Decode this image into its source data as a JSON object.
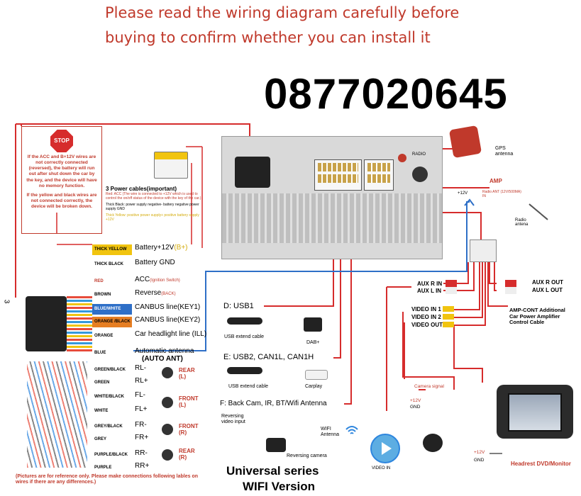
{
  "header": {
    "line1": "Please read the wiring diagram carefully before",
    "line2": "buying to confirm whether you can install it"
  },
  "phone": "0877020645",
  "warning": {
    "stop": "STOP",
    "p1": "If the ACC and B+12V wires are not correctly connected (reversed), the battery will run out after shut down the car by the key, and the device will have no memory function.",
    "p2": "If the yellow and black wires are not connected correctly, the device will be broken down."
  },
  "power": {
    "title": "3 Power cables(important)",
    "red_note": "Red: ACC (The wire is connected to +12V which is used to control the on/off status of the device with the key of the car.)",
    "black_note": "Thick Black: power supply negative- battery negative power supply GND",
    "yellow_note": "Thick Yellow: positive power supply+ positive battery supply +12V"
  },
  "side_number": "3",
  "wires": [
    {
      "color_label": "THICK YELLOW",
      "bg": "#f1c40f",
      "fg": "#000",
      "func": "Battery+12V",
      "extra": "(B+)"
    },
    {
      "color_label": "THICK BLACK",
      "bg": "#ffffff",
      "fg": "#000",
      "func": "Battery GND",
      "extra": ""
    },
    {
      "color_label": "RED",
      "bg": "#ffffff",
      "fg": "#c0392b",
      "func": "ACC",
      "extra": "(Ignition Switch)"
    },
    {
      "color_label": "BROWN",
      "bg": "#ffffff",
      "fg": "#000",
      "func": "Reverse",
      "extra": "(BACK)"
    },
    {
      "color_label": "BLUE/WHITE",
      "bg": "#2e6fc7",
      "fg": "#fff",
      "func": "CANBUS line(KEY1)",
      "extra": ""
    },
    {
      "color_label": "ORANGE /BLACK",
      "bg": "#e67e22",
      "fg": "#000",
      "func": "CANBUS line(KEY2)",
      "extra": ""
    },
    {
      "color_label": "ORANGE",
      "bg": "#ffffff",
      "fg": "#000",
      "func": "Car headlight line (ILL)",
      "extra": ""
    },
    {
      "color_label": "BLUE",
      "bg": "#ffffff",
      "fg": "#000",
      "func": "Automatic antenna",
      "extra": "(AUTO ANT)"
    },
    {
      "color_label": "GREEN/BLACK",
      "bg": "#ffffff",
      "fg": "#000",
      "func": "RL-",
      "extra": ""
    },
    {
      "color_label": "GREEN",
      "bg": "#ffffff",
      "fg": "#000",
      "func": "RL+",
      "extra": ""
    },
    {
      "color_label": "WHITE/BLACK",
      "bg": "#ffffff",
      "fg": "#000",
      "func": "FL-",
      "extra": ""
    },
    {
      "color_label": "WHITE",
      "bg": "#ffffff",
      "fg": "#000",
      "func": "FL+",
      "extra": ""
    },
    {
      "color_label": "GREY/BLACK",
      "bg": "#ffffff",
      "fg": "#000",
      "func": "FR-",
      "extra": ""
    },
    {
      "color_label": "GREY",
      "bg": "#ffffff",
      "fg": "#000",
      "func": "FR+",
      "extra": ""
    },
    {
      "color_label": "PURPLE/BLACK",
      "bg": "#ffffff",
      "fg": "#000",
      "func": "RR-",
      "extra": ""
    },
    {
      "color_label": "PURPLE",
      "bg": "#ffffff",
      "fg": "#000",
      "func": "RR+",
      "extra": ""
    }
  ],
  "speakers": [
    "REAR (L)",
    "FRONT (L)",
    "FRONT (R)",
    "REAR (R)"
  ],
  "gps": "GPS antenna",
  "radio_small": "RADIO",
  "amp": {
    "title": "AMP",
    "v": "+12V",
    "radio_ant": "Radio ANT (12V/500MA) IN",
    "radio_antenna": "Radio antena"
  },
  "usb1": {
    "title": "D: USB1",
    "usb_cable": "USB extend cable",
    "dab": "DAB+"
  },
  "usb2": {
    "title": "E:  USB2, CAN1L, CAN1H",
    "usb_cable": "USB extend cable",
    "carplay": "Carplay"
  },
  "back": {
    "title": "F: Back Cam, IR, BT/Wifi Antenna",
    "rev_input": "Reversing video input",
    "wifi": "WIFI Antenna",
    "rev_cam": "Reversing camera"
  },
  "aux": {
    "rin": "AUX R IN",
    "lin": "AUX L IN",
    "rout": "AUX R OUT",
    "lout": "AUX L OUT"
  },
  "video": {
    "in1": "VIDEO IN 1",
    "in2": "VIDEO IN 2",
    "out": "VIDEO OUT",
    "video_in": "VIDEO IN"
  },
  "ampcont": "AMP-CONT Additional Car Power Amplifier Control Cable",
  "camera": {
    "signal": "Camera signal",
    "v": "+12V",
    "gnd": "GND"
  },
  "headrest": {
    "v": "+12V",
    "gnd": "GND",
    "label": "Headrest DVD/Monitor"
  },
  "footnote": "(Pictures are for reference only. Please make connections following lables on wires if there are any differences.)",
  "footer": {
    "line1": "Universal series",
    "line2": "WIFI Version"
  }
}
